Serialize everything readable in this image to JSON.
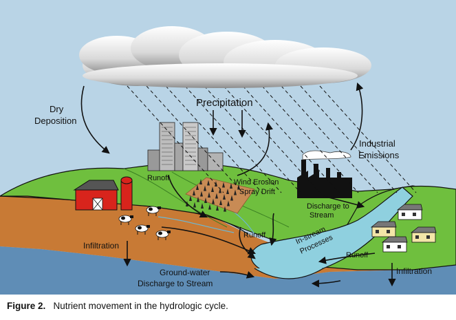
{
  "labels": {
    "precipitation": "Precipitation",
    "dry_deposition_1": "Dry",
    "dry_deposition_2": "Deposition",
    "industrial_emissions_1": "Industrial",
    "industrial_emissions_2": "Emissions",
    "runoff_city": "Runoff",
    "wind_erosion": "Wind Erosion",
    "spray_drift": "Spray Drift",
    "discharge_stream_1": "Discharge to",
    "discharge_stream_2": "Stream",
    "runoff_field": "Runoff",
    "instream_1": "In-stream",
    "instream_2": "Processes",
    "runoff_houses": "Runoff",
    "infiltration_left": "Infiltration",
    "infiltration_right": "Infiltration",
    "groundwater_1": "Ground-water",
    "groundwater_2": "Discharge to Stream"
  },
  "caption": {
    "figure": "Figure 2.",
    "text": "Nutrient movement in the hydrologic cycle."
  },
  "colors": {
    "sky": "#b9d4e6",
    "grass": "#6fbf3e",
    "soil": "#c87a35",
    "groundwater": "#5f8db6",
    "stream": "#8fd0df",
    "barn": "#d8241c"
  }
}
